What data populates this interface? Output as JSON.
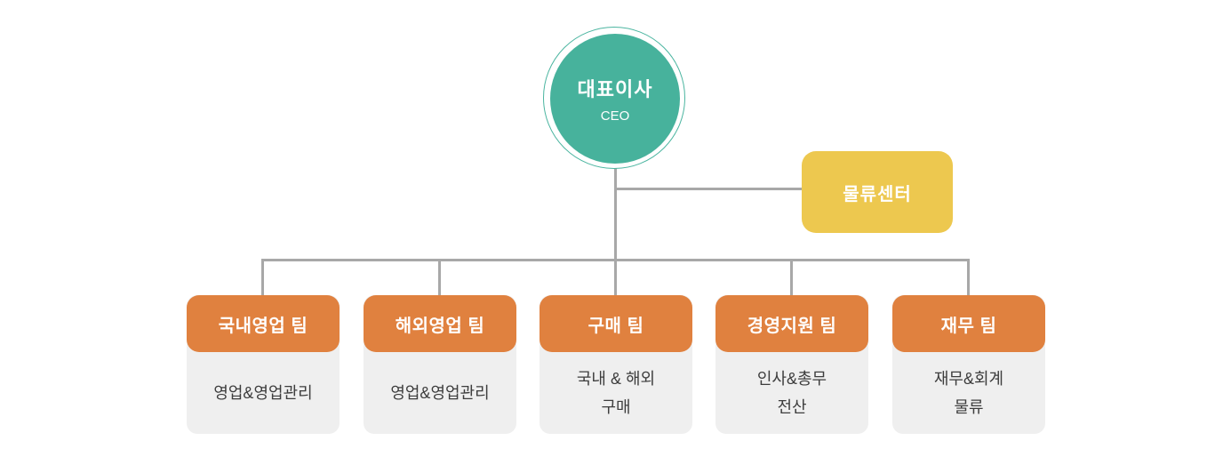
{
  "org_chart": {
    "ceo": {
      "title": "대표이사",
      "subtitle": "CEO"
    },
    "logistics": {
      "label": "물류센터"
    },
    "teams": [
      {
        "label": "국내영업 팀",
        "lines": [
          "영업&영업관리"
        ]
      },
      {
        "label": "해외영업 팀",
        "lines": [
          "영업&영업관리"
        ]
      },
      {
        "label": "구매 팀",
        "lines": [
          "국내 & 해외",
          "구매"
        ]
      },
      {
        "label": "경영지원 팀",
        "lines": [
          "인사&총무",
          "전산"
        ]
      },
      {
        "label": "재무 팀",
        "lines": [
          "재무&회계",
          "물류"
        ]
      }
    ],
    "colors": {
      "ceo_teal": "#47b29c",
      "ceo_ring": "#4bb5a0",
      "logistics_yellow": "#edc84f",
      "team_orange": "#e0813f",
      "card_gray": "#efefef",
      "connector_gray": "#a8a8a8",
      "body_text": "#3d3d3d"
    }
  }
}
